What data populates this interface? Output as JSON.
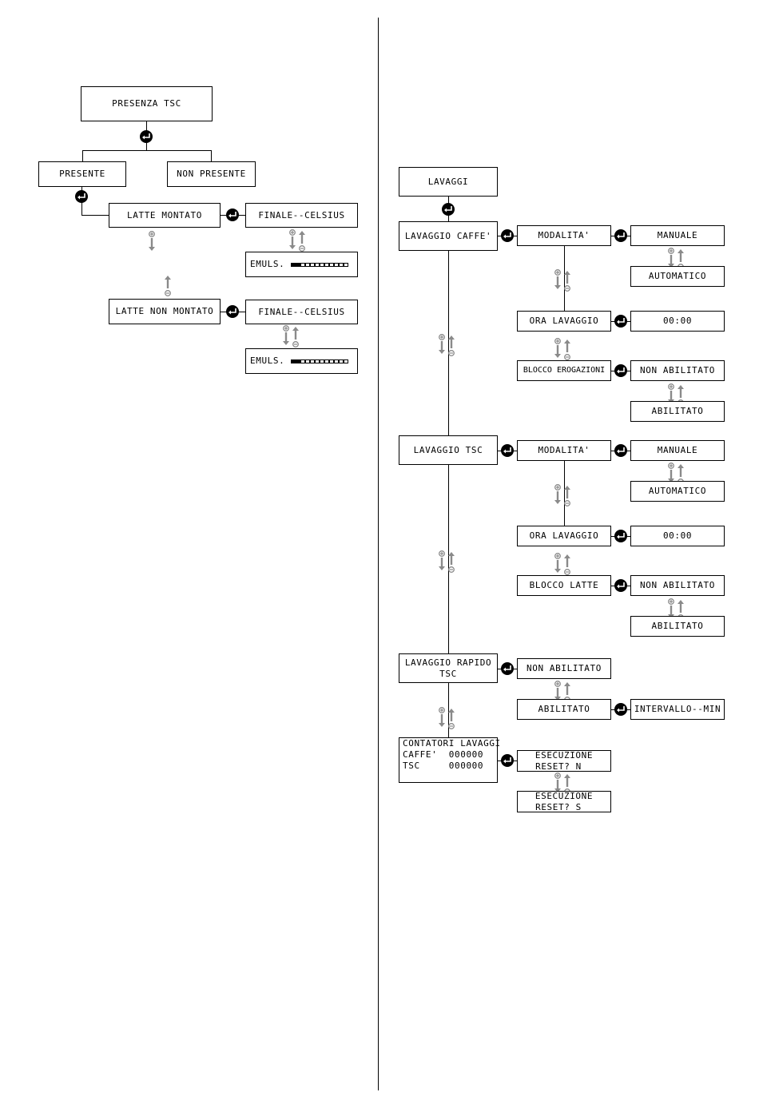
{
  "left_diagram": {
    "presenza_tsc": "PRESENZA TSC",
    "presente": "PRESENTE",
    "non_presente": "NON PRESENTE",
    "latte_montato": "LATTE MONTATO",
    "latte_non_montato": "LATTE NON MONTATO",
    "finale_celsius_1": "FINALE--CELSIUS",
    "finale_celsius_2": "FINALE--CELSIUS",
    "emuls_1": "EMULS.",
    "emuls_2": "EMULS.",
    "emuls_level": 2,
    "emuls_segments": 12
  },
  "right_diagram": {
    "lavaggi": "LAVAGGI",
    "lavaggio_caffe": "LAVAGGIO CAFFE'",
    "lavaggio_tsc": "LAVAGGIO TSC",
    "lavaggio_rapido_line1": "LAVAGGIO RAPIDO",
    "lavaggio_rapido_line2": "TSC",
    "contatori_line1": "CONTATORI LAVAGGI",
    "contatori_line2": "CAFFE'  000000",
    "contatori_line3": "TSC     000000",
    "caffe": {
      "modalita": "MODALITA'",
      "manuale": "MANUALE",
      "automatico": "AUTOMATICO",
      "ora_lavaggio": "ORA LAVAGGIO",
      "ora_value": "00:00",
      "blocco": "BLOCCO EROGAZIONI",
      "non_abilitato": "NON ABILITATO",
      "abilitato": "ABILITATO"
    },
    "tsc": {
      "modalita": "MODALITA'",
      "manuale": "MANUALE",
      "automatico": "AUTOMATICO",
      "ora_lavaggio": "ORA LAVAGGIO",
      "ora_value": "00:00",
      "blocco": "BLOCCO LATTE",
      "non_abilitato": "NON ABILITATO",
      "abilitato": "ABILITATO"
    },
    "rapido": {
      "non_abilitato": "NON ABILITATO",
      "abilitato": "ABILITATO",
      "intervallo": "INTERVALLO--MIN"
    },
    "reset_n_line1": "ESECUZIONE",
    "reset_n_line2": "RESET? N",
    "reset_s_line1": "ESECUZIONE",
    "reset_s_line2": "RESET? S"
  }
}
